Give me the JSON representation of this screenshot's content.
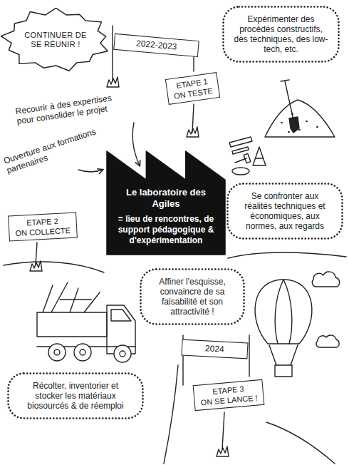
{
  "diagram": {
    "nodes": [
      {
        "text": [
          "CONTINUER DE SE RÉUNIR !"
        ]
      },
      {
        "text": [
          "2022-2023"
        ]
      },
      {
        "text": [
          "Expérimenter des procédés constructifs, des techniques, des low-tech, etc."
        ]
      },
      {
        "text": [
          "ETAPE 1",
          "ON TESTE"
        ]
      },
      {
        "text": [
          "Le laboratoire des Agiles",
          "= lieu de rencontres, de support pédagogique & d'expérimentation"
        ]
      },
      {
        "text": [
          "Se confronter aux réalités techniques et économiques, aux normes, aux regards"
        ]
      },
      {
        "text": [
          "ETAPE 2",
          "ON COLLECTE"
        ]
      },
      {
        "text": [
          "Affiner l'esquisse, convaincre de sa faisabilité et son attractivité !"
        ]
      },
      {
        "text": [
          "2024"
        ]
      },
      {
        "text": [
          "Récolter, inventorier et stocker les matériaux biosourcés & de réemploi"
        ]
      },
      {
        "text": [
          "ETAPE 3",
          "ON SE LANCE !"
        ]
      }
    ],
    "labels": [
      "Recourir à des expertises pour consolider le projet",
      "Ouverture aux formations partenaires"
    ]
  }
}
